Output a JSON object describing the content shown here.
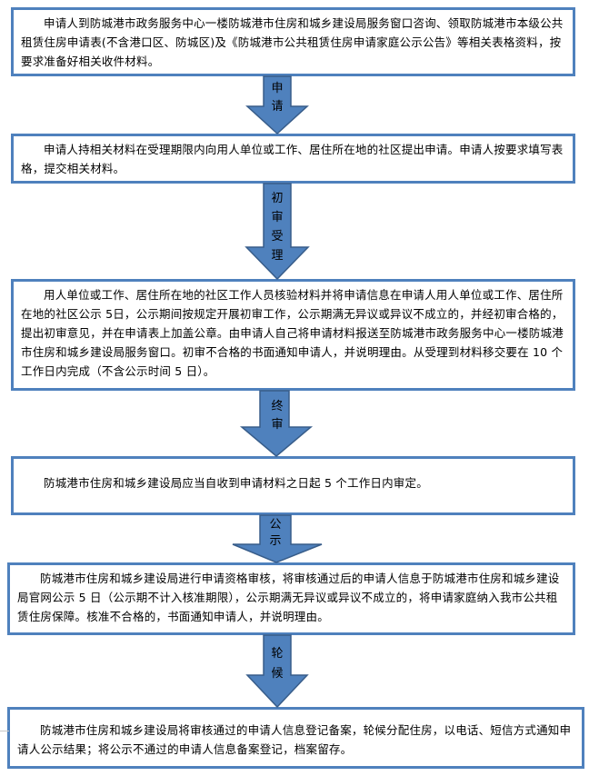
{
  "title": "防城港市公共租赁住房申请流程图",
  "colors": {
    "box_border": "#4f81bd",
    "arrow_fill": "#4f81bd",
    "arrow_stroke": "#385d8a"
  },
  "steps": [
    {
      "text": "申请人到防城港市政务服务中心一楼防城港市住房和城乡建设局服务窗口咨询、领取防城港市本级公共租赁住房申请表(不含港口区、防城区)及《防城港市公共租赁住房申请家庭公示公告》等相关表格资料，按要求准备好相关收件材料。"
    },
    {
      "text": "申请人持相关材料在受理期限内向用人单位或工作、居住所在地的社区提出申请。申请人按要求填写表格，提交相关材料。"
    },
    {
      "text": "用人单位或工作、居住所在地的社区工作人员核验材料并将申请信息在申请人用人单位或工作、居住所在地的社区公示 5日，公示期间按规定开展初审工作，公示期满无异议或异议不成立的，并经初审合格的，提出初审意见，并在申请表上加盖公章。由申请人自己将申请材料报送至防城港市政务服务中心一楼防城港市住房和城乡建设局服务窗口。初审不合格的书面通知申请人，并说明理由。从受理到材料移交要在 10 个工作日内完成（不含公示时间 5 日）。"
    },
    {
      "text": "防城港市住房和城乡建设局应当自收到申请材料之日起 5 个工作日内审定。"
    },
    {
      "text": "防城港市住房和城乡建设局进行申请资格审核，将审核通过后的申请人信息于防城港市住房和城乡建设局官网公示 5 日（公示期不计入核准期限），公示期满无异议或异议不成立的，将申请家庭纳入我市公共租赁住房保障。核准不合格的，书面通知申请人，并说明理由。"
    },
    {
      "text": "防城港市住房和城乡建设局将审核通过的申请人信息登记备案，轮候分配住房，以电话、短信方式通知申请人公示结果；将公示不通过的申请人信息备案登记，档案留存。"
    }
  ],
  "arrows": [
    {
      "label_lines": [
        "申",
        "请"
      ]
    },
    {
      "label_lines": [
        "初",
        "审",
        "受",
        "理"
      ]
    },
    {
      "label_lines": [
        "终",
        "审"
      ]
    },
    {
      "label_lines": [
        "公",
        "示"
      ]
    },
    {
      "label_lines": [
        "轮",
        "候"
      ]
    }
  ]
}
